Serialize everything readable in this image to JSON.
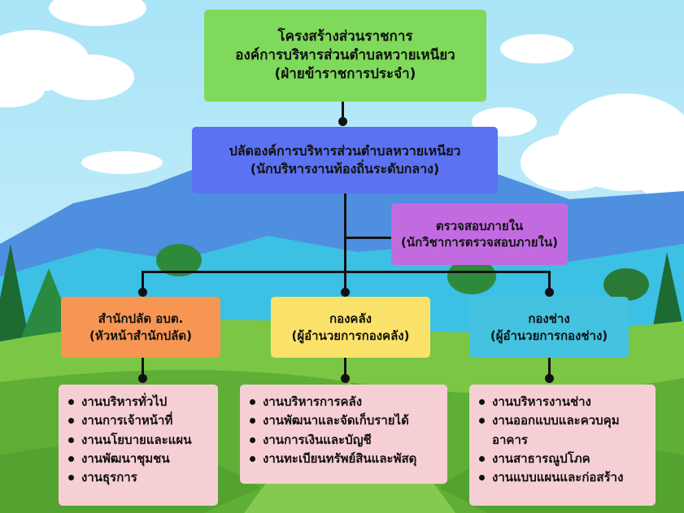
{
  "title_box": {
    "line1": "โครงสร้างส่วนราชการ",
    "line2": "องค์การบริหารส่วนตำบลหวายเหนียว",
    "line3": "(ฝ่ายข้าราชการประจำ)",
    "color": "#7fd95b"
  },
  "head_box": {
    "line1": "ปลัดองค์การบริหารส่วนตำบลหวายเหนียว",
    "line2": "(นักบริหารงานท้องถิ่นระดับกลาง)",
    "color": "#5b72f2"
  },
  "audit_box": {
    "line1": "ตรวจสอบภายใน",
    "line2": "(นักวิชาการตรวจสอบภายใน)",
    "color": "#c26be0"
  },
  "divisions": [
    {
      "name": "สำนักปลัด อบต.",
      "role": "(หัวหน้าสำนักปลัด)",
      "color": "#f79653",
      "tasks": [
        "งานบริหารทั่วไป",
        "งานการเจ้าหน้าที่",
        "งานนโยบายและแผน",
        "งานพัฒนาชุมชน",
        "งานธุรการ"
      ]
    },
    {
      "name": "กองคลัง",
      "role": "(ผู้อำนวยการกองคลัง)",
      "color": "#fbe26a",
      "tasks": [
        "งานบริหารการคลัง",
        "งานพัฒนาและจัดเก็บรายได้",
        "งานการเงินและบัญชี",
        "งานทะเบียนทรัพย์สินและพัสดุ"
      ]
    },
    {
      "name": "กองช่าง",
      "role": "(ผู้อำนวยการกองช่าง)",
      "color": "#44c2e0",
      "tasks": [
        "งานบริหารงานช่าง",
        "งานออกแบบและควบคุมอาคาร",
        "งานสาธารณูปโภค",
        "งานแบบแผนและก่อสร้าง"
      ]
    }
  ],
  "task_box_color": "#f6cfd5"
}
